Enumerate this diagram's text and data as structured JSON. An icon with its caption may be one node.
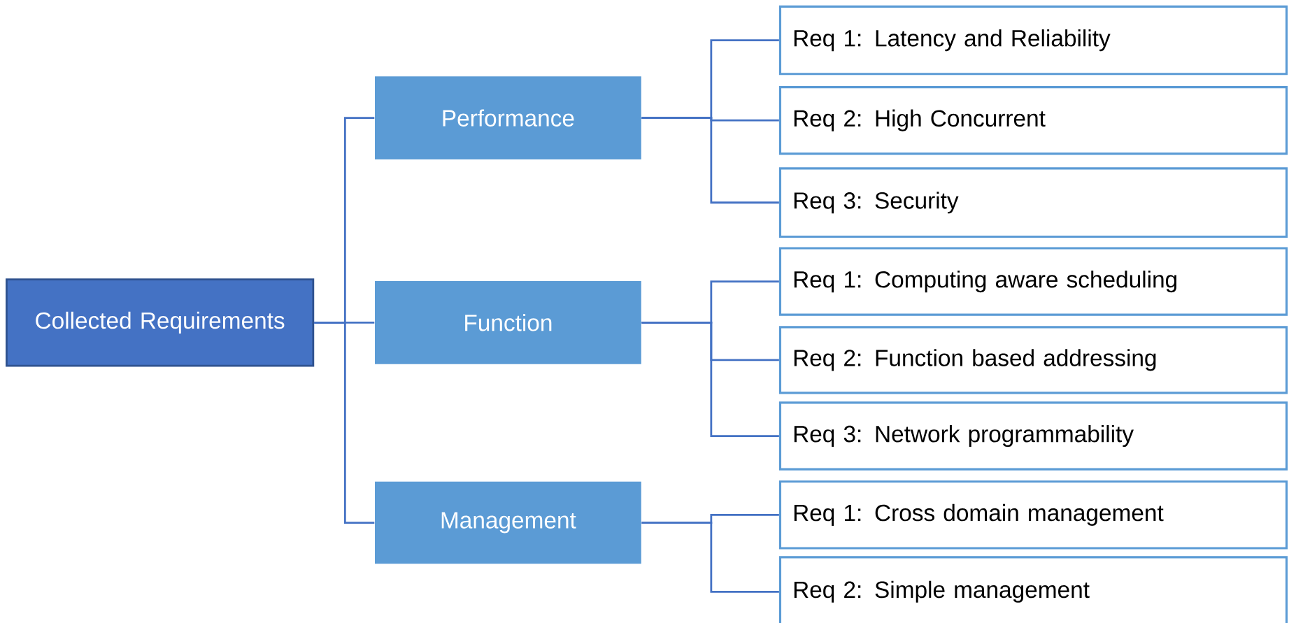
{
  "diagram": {
    "nodes": [
      {
        "text": [
          "Collected Requirements"
        ]
      },
      {
        "text": [
          "Performance"
        ]
      },
      {
        "text": [
          "Function"
        ]
      },
      {
        "text": [
          "Management"
        ]
      },
      {
        "text": [
          "Req 1: Latency and Reliability"
        ]
      },
      {
        "text": [
          "Req 2: High Concurrent"
        ]
      },
      {
        "text": [
          "Req 3: Security"
        ]
      },
      {
        "text": [
          "Req 1: Computing aware scheduling"
        ]
      },
      {
        "text": [
          "Req 2: Function based addressing"
        ]
      },
      {
        "text": [
          "Req 3: Network programmability"
        ]
      },
      {
        "text": [
          "Req 1: Cross domain management"
        ]
      },
      {
        "text": [
          "Req 2: Simple management"
        ]
      }
    ],
    "edges": [
      {
        "from": 0,
        "to": 1,
        "arrow": "none"
      },
      {
        "from": 0,
        "to": 2,
        "arrow": "none"
      },
      {
        "from": 0,
        "to": 3,
        "arrow": "none"
      },
      {
        "from": 1,
        "to": 4,
        "arrow": "none"
      },
      {
        "from": 1,
        "to": 5,
        "arrow": "none"
      },
      {
        "from": 1,
        "to": 6,
        "arrow": "none"
      },
      {
        "from": 2,
        "to": 7,
        "arrow": "none"
      },
      {
        "from": 2,
        "to": 8,
        "arrow": "none"
      },
      {
        "from": 2,
        "to": 9,
        "arrow": "none"
      },
      {
        "from": 3,
        "to": 10,
        "arrow": "none"
      },
      {
        "from": 3,
        "to": 11,
        "arrow": "none"
      }
    ]
  }
}
